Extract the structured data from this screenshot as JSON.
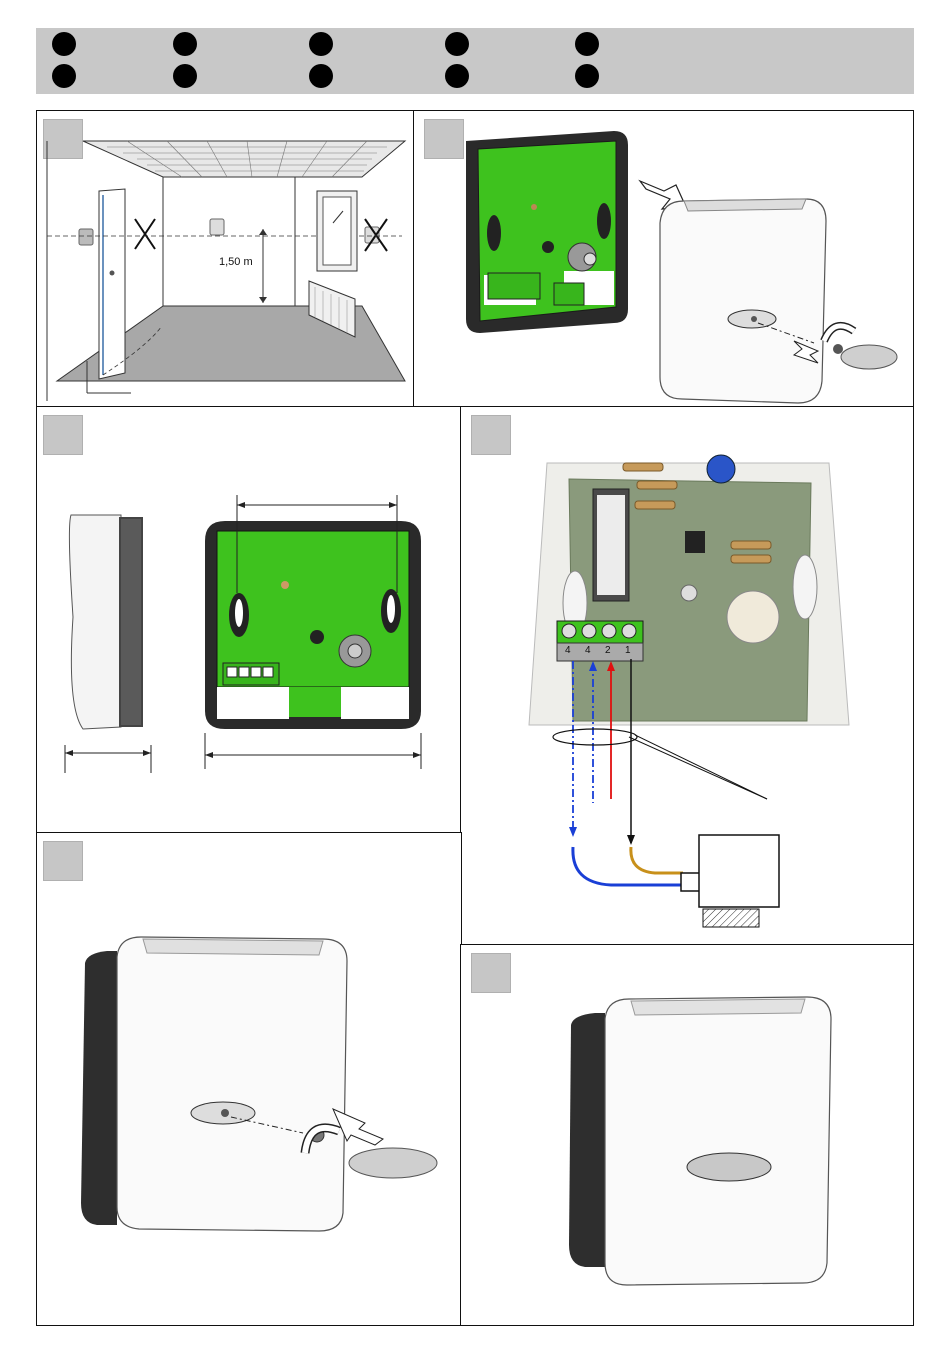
{
  "header": {
    "dots_per_row": 5,
    "rows": 2
  },
  "panels": {
    "room": {
      "height_label": "1,50 m"
    },
    "opening": {},
    "dimensions": {},
    "wiring": {
      "terminals": [
        "4",
        "4",
        "2",
        "1"
      ],
      "wire_colors": {
        "blue": "#1a3fd6",
        "red": "#e01010",
        "black": "#111111",
        "brown": "#c8901a"
      }
    },
    "mounting": {},
    "finished": {}
  },
  "colors": {
    "pcb_green": "#3ec21e",
    "frame_dark": "#2a2a2a",
    "header_gray": "#c8c8c8",
    "step_gray": "#c6c6c6"
  }
}
